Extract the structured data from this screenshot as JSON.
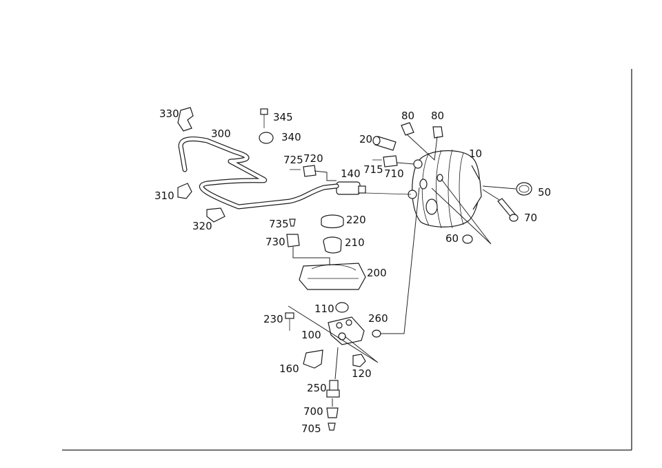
{
  "labels": {
    "p10": "10",
    "p20": "20",
    "p50": "50",
    "p60": "60",
    "p70": "70",
    "p80a": "80",
    "p80b": "80",
    "p100": "100",
    "p110": "110",
    "p120": "120",
    "p140": "140",
    "p160": "160",
    "p200": "200",
    "p210": "210",
    "p220": "220",
    "p230": "230",
    "p250": "250",
    "p260": "260",
    "p300": "300",
    "p310": "310",
    "p320": "320",
    "p330": "330",
    "p340": "340",
    "p345": "345",
    "p700": "700",
    "p705": "705",
    "p710": "710",
    "p715": "715",
    "p720": "720",
    "p725": "725",
    "p730": "730",
    "p735": "735"
  },
  "colors": {
    "line": "#1a1a1a",
    "background": "#ffffff"
  }
}
